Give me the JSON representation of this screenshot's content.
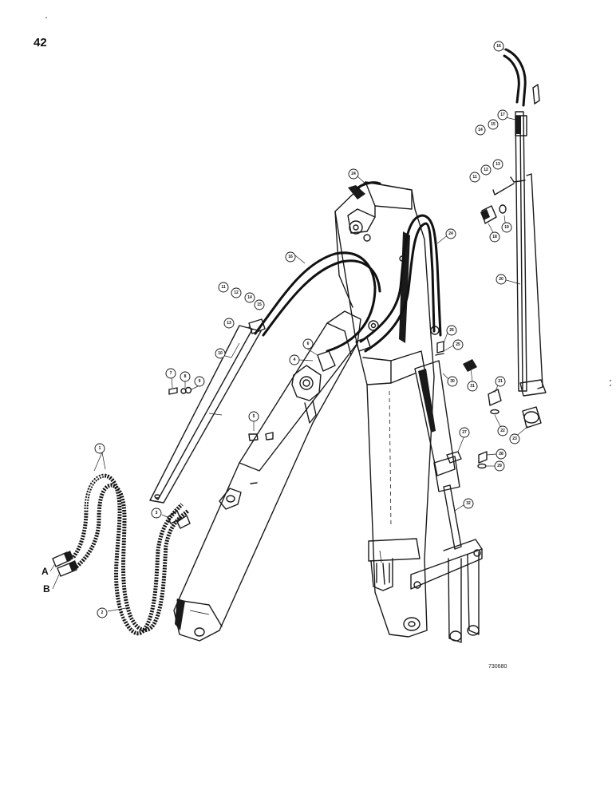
{
  "page_number": "42",
  "drawing_number": "730680",
  "callouts": [
    "1",
    "2",
    "3",
    "4",
    "5",
    "6",
    "7",
    "8",
    "9",
    "10",
    "11",
    "12",
    "13",
    "14",
    "15",
    "16",
    "17",
    "18",
    "19",
    "20",
    "21",
    "22",
    "23",
    "24",
    "25",
    "26",
    "27",
    "28",
    "29",
    "30",
    "31",
    "32"
  ],
  "port_labels": [
    "A",
    "B"
  ],
  "callout_set": [
    {
      "label": "1"
    },
    {
      "label": "2"
    },
    {
      "label": "3"
    },
    {
      "label": "4"
    },
    {
      "label": "5"
    },
    {
      "label": "6"
    },
    {
      "label": "7"
    },
    {
      "label": "8"
    },
    {
      "label": "9"
    },
    {
      "label": "10"
    },
    {
      "label": "11"
    },
    {
      "label": "12"
    },
    {
      "label": "13"
    },
    {
      "label": "14"
    },
    {
      "label": "15"
    },
    {
      "label": "16"
    },
    {
      "label": "24"
    },
    {
      "label": "24"
    },
    {
      "label": "26"
    },
    {
      "label": "25"
    },
    {
      "label": "30"
    },
    {
      "label": "31"
    },
    {
      "label": "27"
    },
    {
      "label": "28"
    },
    {
      "label": "29"
    },
    {
      "label": "32"
    },
    {
      "label": "16"
    },
    {
      "label": "17"
    },
    {
      "label": "14"
    },
    {
      "label": "15"
    },
    {
      "label": "11"
    },
    {
      "label": "12"
    },
    {
      "label": "13"
    },
    {
      "label": "18"
    },
    {
      "label": "19"
    },
    {
      "label": "20"
    },
    {
      "label": "21"
    },
    {
      "label": "22"
    },
    {
      "label": "23"
    }
  ]
}
